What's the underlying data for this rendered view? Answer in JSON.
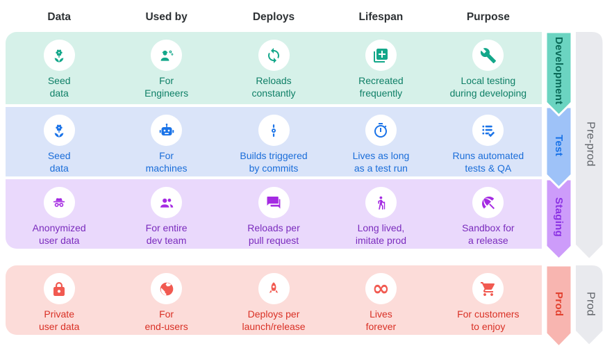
{
  "columns": [
    {
      "label": "Data"
    },
    {
      "label": "Used by"
    },
    {
      "label": "Deploys"
    },
    {
      "label": "Lifespan"
    },
    {
      "label": "Purpose"
    }
  ],
  "rows": [
    {
      "env": "Development",
      "colors": {
        "bg": "#d6f1e9",
        "icon": "#13a78a",
        "text": "#0e7f66",
        "arrow": "#6bd4c1",
        "arrow_text": "#0a6a58"
      },
      "cells": [
        {
          "icon": "seed-data-icon",
          "label": "Seed\ndata"
        },
        {
          "icon": "engineer-icon",
          "label": "For\nEngineers"
        },
        {
          "icon": "sync-icon",
          "label": "Reloads\nconstantly"
        },
        {
          "icon": "library-add-icon",
          "label": "Recreated\nfrequently"
        },
        {
          "icon": "wrench-icon",
          "label": "Local testing\nduring developing"
        }
      ]
    },
    {
      "env": "Test",
      "colors": {
        "bg": "#dae4f9",
        "icon": "#1a73e8",
        "text": "#1a6dd9",
        "arrow": "#9ec2f8",
        "arrow_text": "#1a73e8"
      },
      "cells": [
        {
          "icon": "seed-data-icon",
          "label": "Seed\ndata"
        },
        {
          "icon": "robot-icon",
          "label": "For\nmachines"
        },
        {
          "icon": "commit-icon",
          "label": "Builds triggered\nby commits"
        },
        {
          "icon": "timer-icon",
          "label": "Lives as long\nas a test run"
        },
        {
          "icon": "checklist-icon",
          "label": "Runs automated\ntests & QA"
        }
      ]
    },
    {
      "env": "Staging",
      "colors": {
        "bg": "#ead9fc",
        "icon": "#a42ae2",
        "text": "#7a2bbd",
        "arrow": "#cd9cfa",
        "arrow_text": "#8b31e3"
      },
      "cells": [
        {
          "icon": "incognito-icon",
          "label": "Anonymized\nuser data"
        },
        {
          "icon": "group-icon",
          "label": "For entire\ndev team"
        },
        {
          "icon": "forum-icon",
          "label": "Reloads per\npull request"
        },
        {
          "icon": "hiking-icon",
          "label": "Long lived,\nimitate prod"
        },
        {
          "icon": "beach-umbrella-icon",
          "label": "Sandbox for\na release"
        }
      ]
    },
    {
      "env": "Prod",
      "colors": {
        "bg": "#fcdcd9",
        "icon": "#f15a51",
        "text": "#d93025",
        "arrow": "#f8b5b0",
        "arrow_text": "#e2412f"
      },
      "cells": [
        {
          "icon": "lock-icon",
          "label": "Private\nuser data"
        },
        {
          "icon": "globe-icon",
          "label": "For\nend-users"
        },
        {
          "icon": "rocket-icon",
          "label": "Deploys per\nlaunch/release"
        },
        {
          "icon": "infinity-icon",
          "glyph": "∞",
          "label": "Lives\nforever"
        },
        {
          "icon": "cart-icon",
          "label": "For customers\nto enjoy"
        }
      ]
    }
  ],
  "phases": [
    {
      "label": "Pre-prod"
    },
    {
      "label": "Prod"
    }
  ],
  "phase_color": {
    "bg": "#e9eaee",
    "text": "#5f6368"
  }
}
